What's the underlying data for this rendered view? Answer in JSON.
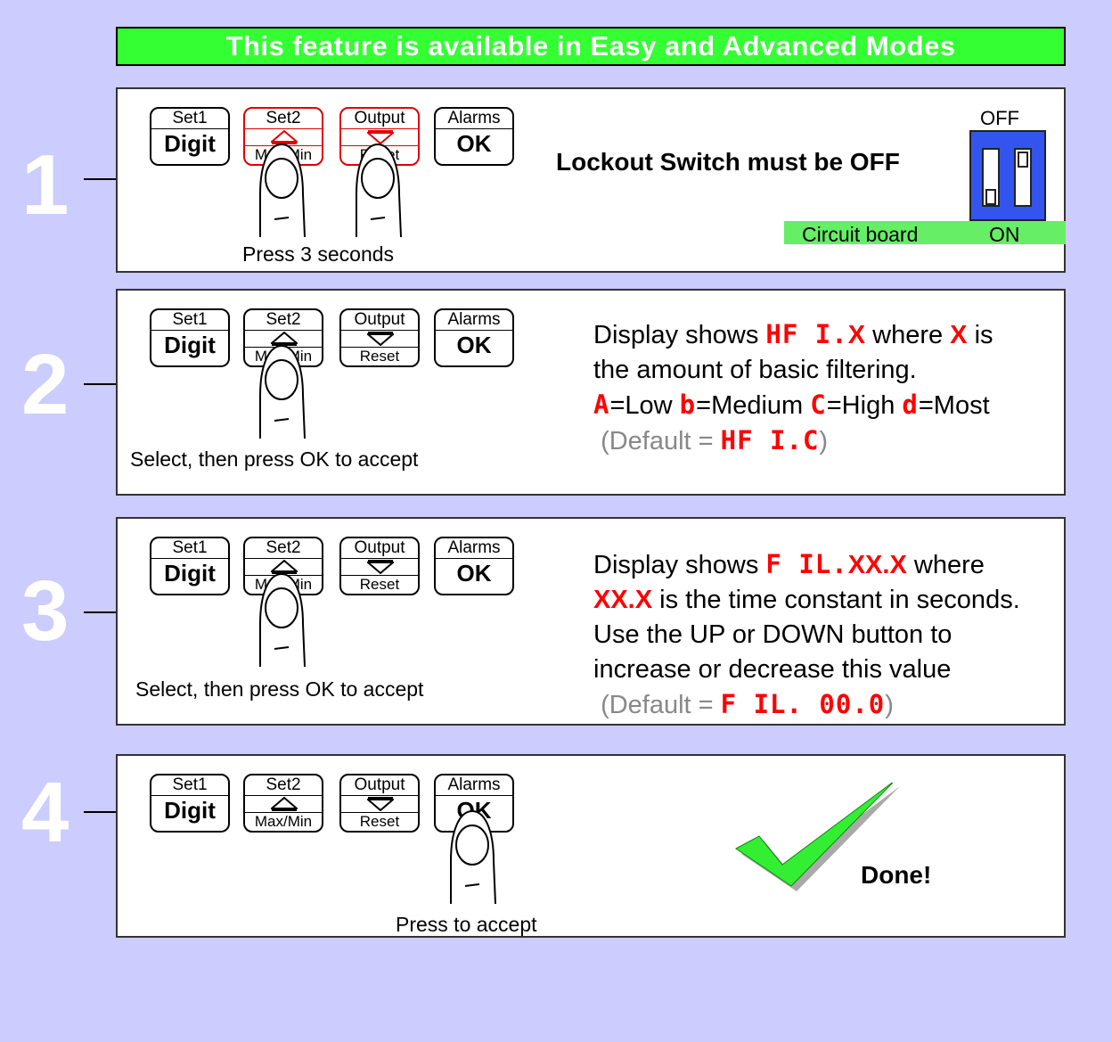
{
  "banner": "This feature is available in Easy and Advanced Modes",
  "keys": {
    "set1_top": "Set1",
    "set1_main": "Digit",
    "set2_top": "Set2",
    "set2_bottom": "Max/Min",
    "output_top": "Output",
    "output_bottom": "Reset",
    "alarms_top": "Alarms",
    "alarms_main": "OK"
  },
  "steps": [
    {
      "number": "1",
      "caption": "Press 3 seconds",
      "lockout_text": "Lockout Switch must be OFF",
      "switch_off_label": "OFF",
      "switch_on_label": "ON",
      "board_label": "Circuit board"
    },
    {
      "number": "2",
      "caption": "Select, then press OK to accept",
      "line1_a": "Display shows ",
      "line1_seg": "HF I.",
      "line1_x": "X",
      "line1_b": " where ",
      "line1_x2": "X",
      "line1_c": " is",
      "line2": "the amount of basic filtering.",
      "opt_a": "A",
      "opt_a_text": "=Low ",
      "opt_b": "b",
      "opt_b_text": "=Medium ",
      "opt_c": "C",
      "opt_c_text": "=High ",
      "opt_d": "d",
      "opt_d_text": "=Most",
      "default_a": "(Default = ",
      "default_seg": "HF I.C",
      "default_b": ")"
    },
    {
      "number": "3",
      "caption": "Select, then press OK to accept",
      "line1_a": "Display shows ",
      "line1_seg": "F IL.",
      "line1_x": "XX.X",
      "line1_b": " where",
      "line2_x": "XX.X",
      "line2_b": " is the time constant in seconds.",
      "line3": "Use the UP or DOWN button to",
      "line4": "increase or decrease this value",
      "default_a": "(Default = ",
      "default_seg": "F IL. 00.0",
      "default_b": ")"
    },
    {
      "number": "4",
      "caption": "Press to accept",
      "done": "Done!"
    }
  ]
}
